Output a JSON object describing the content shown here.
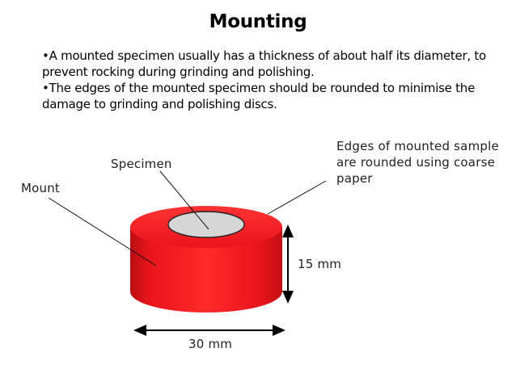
{
  "slide": {
    "title": "Mounting",
    "bullets": [
      "•A mounted specimen usually has a thickness of about half its diameter, to prevent rocking during grinding and polishing.",
      "•The edges of the mounted specimen should be rounded to minimise the damage to grinding and polishing discs."
    ]
  },
  "diagram": {
    "labels": {
      "specimen": "Specimen",
      "mount": "Mount",
      "edges_line1": "Edges of mounted sample",
      "edges_line2": "are rounded using coarse",
      "edges_line3": "paper",
      "height": "15 mm",
      "width": "30 mm"
    },
    "colors": {
      "mount": "#e8141b",
      "specimen": "#d6d6d6"
    }
  }
}
